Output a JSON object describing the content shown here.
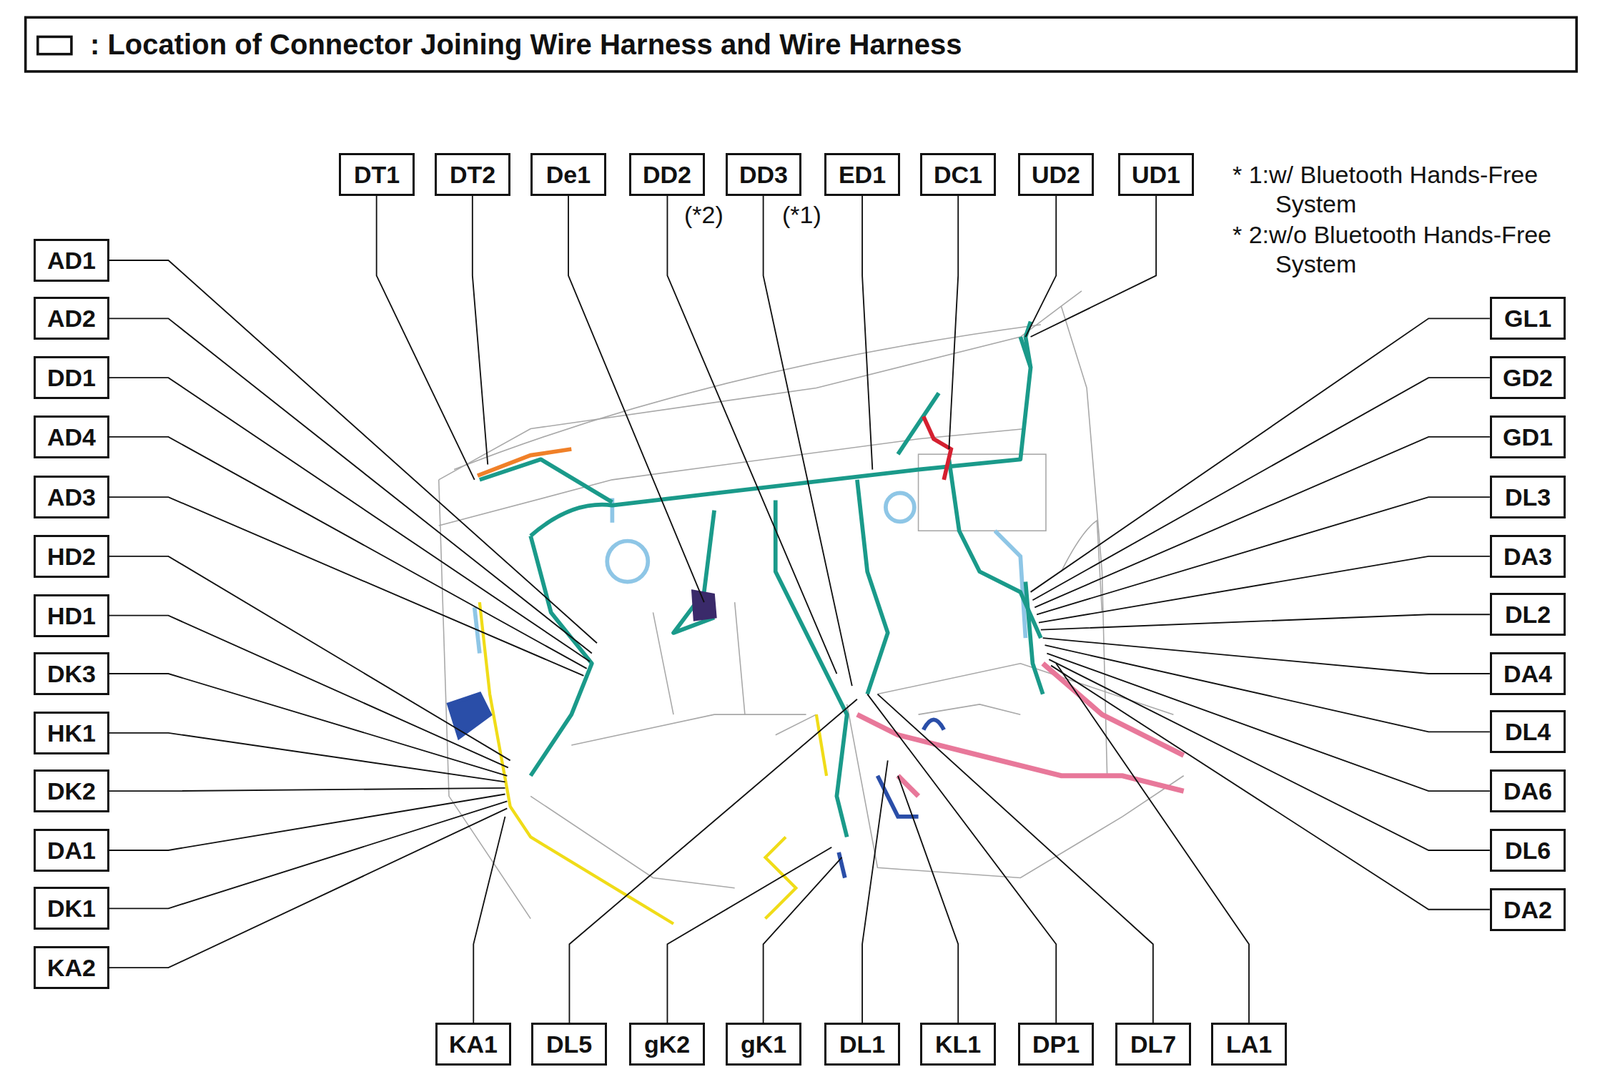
{
  "diagram": {
    "title": ": Location of Connector Joining Wire Harness and Wire Harness",
    "nodes": [
      {
        "text": [
          "DT1"
        ]
      },
      {
        "text": [
          "DT2"
        ]
      },
      {
        "text": [
          "De1"
        ]
      },
      {
        "text": [
          "DD2"
        ]
      },
      {
        "text": [
          "DD3"
        ]
      },
      {
        "text": [
          "ED1"
        ]
      },
      {
        "text": [
          "DC1"
        ]
      },
      {
        "text": [
          "UD2"
        ]
      },
      {
        "text": [
          "UD1"
        ]
      },
      {
        "text": [
          "AD1"
        ]
      },
      {
        "text": [
          "AD2"
        ]
      },
      {
        "text": [
          "DD1"
        ]
      },
      {
        "text": [
          "AD4"
        ]
      },
      {
        "text": [
          "AD3"
        ]
      },
      {
        "text": [
          "HD2"
        ]
      },
      {
        "text": [
          "HD1"
        ]
      },
      {
        "text": [
          "DK3"
        ]
      },
      {
        "text": [
          "HK1"
        ]
      },
      {
        "text": [
          "DK2"
        ]
      },
      {
        "text": [
          "DA1"
        ]
      },
      {
        "text": [
          "DK1"
        ]
      },
      {
        "text": [
          "KA2"
        ]
      },
      {
        "text": [
          "GL1"
        ]
      },
      {
        "text": [
          "GD2"
        ]
      },
      {
        "text": [
          "GD1"
        ]
      },
      {
        "text": [
          "DL3"
        ]
      },
      {
        "text": [
          "DA3"
        ]
      },
      {
        "text": [
          "DL2"
        ]
      },
      {
        "text": [
          "DA4"
        ]
      },
      {
        "text": [
          "DL4"
        ]
      },
      {
        "text": [
          "DA6"
        ]
      },
      {
        "text": [
          "DL6"
        ]
      },
      {
        "text": [
          "DA2"
        ]
      },
      {
        "text": [
          "KA1"
        ]
      },
      {
        "text": [
          "DL5"
        ]
      },
      {
        "text": [
          "gK2"
        ]
      },
      {
        "text": [
          "gK1"
        ]
      },
      {
        "text": [
          "DL1"
        ]
      },
      {
        "text": [
          "KL1"
        ]
      },
      {
        "text": [
          "DP1"
        ]
      },
      {
        "text": [
          "DL7"
        ]
      },
      {
        "text": [
          "LA1"
        ]
      }
    ],
    "labels": [
      "(*2)",
      "(*1)",
      "* 1:w/ Bluetooth Hands-Free System",
      "* 2:w/o Bluetooth Hands-Free System"
    ]
  }
}
